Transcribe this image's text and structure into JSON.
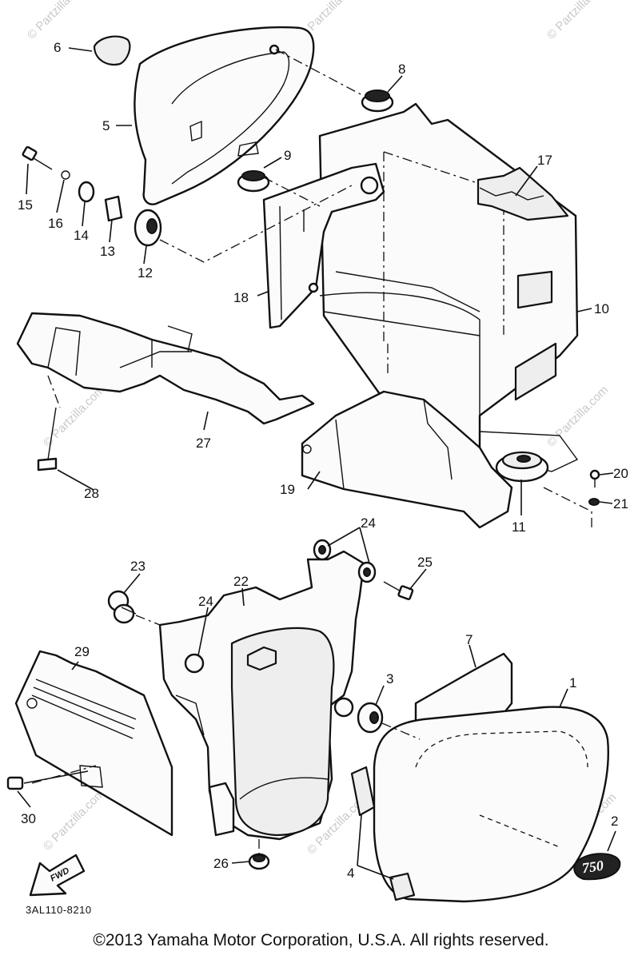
{
  "watermark": "© Partzilla.com",
  "diagram_code": "3AL110-8210",
  "fwd_label": "FWD",
  "badge_text": "750",
  "copyright": "©2013  Yamaha Motor Corporation, U.S.A. All rights reserved.",
  "callouts": [
    "1",
    "2",
    "3",
    "4",
    "5",
    "6",
    "7",
    "8",
    "9",
    "10",
    "11",
    "12",
    "13",
    "14",
    "15",
    "16",
    "17",
    "18",
    "19",
    "20",
    "21",
    "22",
    "23",
    "24",
    "24",
    "25",
    "26",
    "27",
    "28",
    "29",
    "30"
  ]
}
